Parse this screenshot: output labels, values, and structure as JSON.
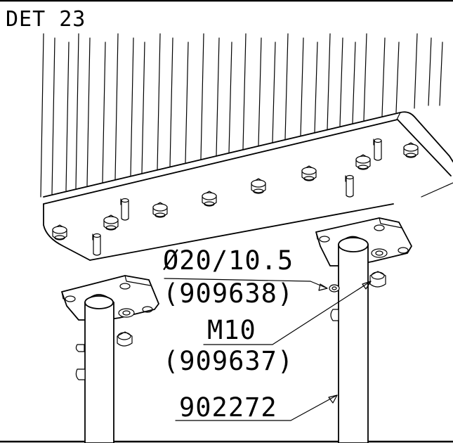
{
  "detail_title": "DET 23",
  "callouts": {
    "washer_size": "Ø20/10.5",
    "washer_part": "(909638)",
    "nut_size": "M10",
    "nut_part": "(909637)",
    "leg_part": "902272"
  },
  "colors": {
    "line": "#000000",
    "background": "#ffffff"
  }
}
